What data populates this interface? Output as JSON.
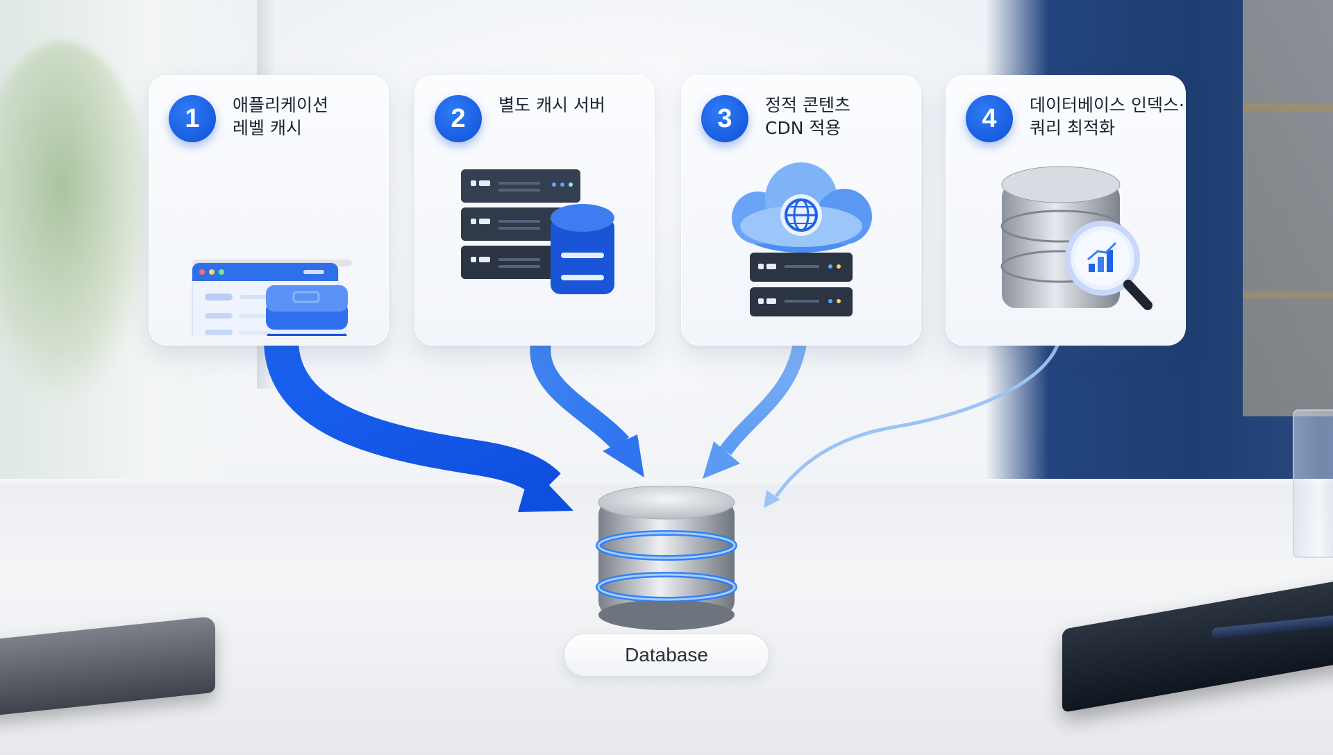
{
  "cards": [
    {
      "number": "1",
      "title_lines": [
        "애플리케이션",
        "레벨 캐시"
      ],
      "icon": "app-window-cache-icon"
    },
    {
      "number": "2",
      "title_lines": [
        "별도 캐시 서버"
      ],
      "icon": "server-rack-cache-icon"
    },
    {
      "number": "3",
      "title_lines": [
        "정적 콘텐츠",
        "CDN 적용"
      ],
      "icon": "cloud-cdn-server-icon"
    },
    {
      "number": "4",
      "title_lines": [
        "데이터베이스 인덱스·",
        "쿼리 최적화"
      ],
      "icon": "database-search-icon"
    }
  ],
  "database": {
    "label": "Database",
    "icon": "database-cylinder-icon"
  },
  "colors": {
    "accent": "#1259e6",
    "badge": "#1a5ff0",
    "arrow_light": "#7fb2f5",
    "server_dark": "#2a3442"
  }
}
